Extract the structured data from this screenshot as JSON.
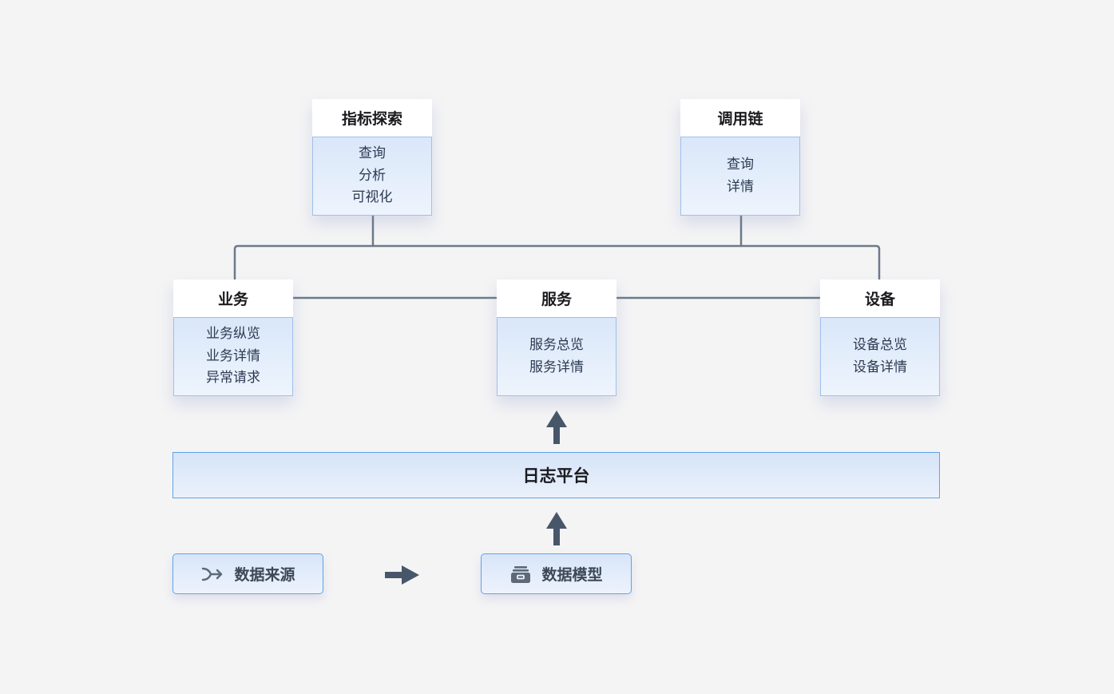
{
  "cards": {
    "metrics": {
      "title": "指标探索",
      "items": [
        "查询",
        "分析",
        "可视化"
      ]
    },
    "trace": {
      "title": "调用链",
      "items": [
        "查询",
        "详情"
      ]
    },
    "business": {
      "title": "业务",
      "items": [
        "业务纵览",
        "业务详情",
        "异常请求"
      ]
    },
    "service": {
      "title": "服务",
      "items": [
        "服务总览",
        "服务详情"
      ]
    },
    "device": {
      "title": "设备",
      "items": [
        "设备总览",
        "设备详情"
      ]
    }
  },
  "platform": {
    "label": "日志平台"
  },
  "data_source": {
    "label": "数据来源",
    "icon": "merge-arrow-icon"
  },
  "data_model": {
    "label": "数据模型",
    "icon": "archive-box-icon"
  },
  "colors": {
    "connector": "#6b7a8b",
    "arrow": "#48566a",
    "accent_border": "#5fa3e8",
    "card_body_top": "#d9e7fa",
    "card_body_bottom": "#eef4fc",
    "background": "#f4f4f5"
  }
}
